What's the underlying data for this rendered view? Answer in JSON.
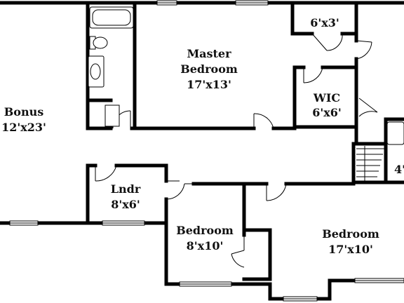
{
  "colors": {
    "wall": "#000000",
    "background": "#ffffff",
    "text": "#111111"
  },
  "rooms": [
    {
      "id": "bonus",
      "name": "Bonus",
      "size": "12'x23'"
    },
    {
      "id": "master",
      "name1": "Master",
      "name2": "Bedroom",
      "size": "17'x13'"
    },
    {
      "id": "closet",
      "size": "6'x3'"
    },
    {
      "id": "wic",
      "name": "WIC",
      "size": "6'x6'"
    },
    {
      "id": "lndr",
      "name": "Lndr",
      "size": "8'x6'"
    },
    {
      "id": "bedroom-small",
      "name": "Bedroom",
      "size": "8'x10'"
    },
    {
      "id": "bedroom-large",
      "name": "Bedroom",
      "size": "17'x10'"
    },
    {
      "id": "partial",
      "size": "4'"
    }
  ]
}
